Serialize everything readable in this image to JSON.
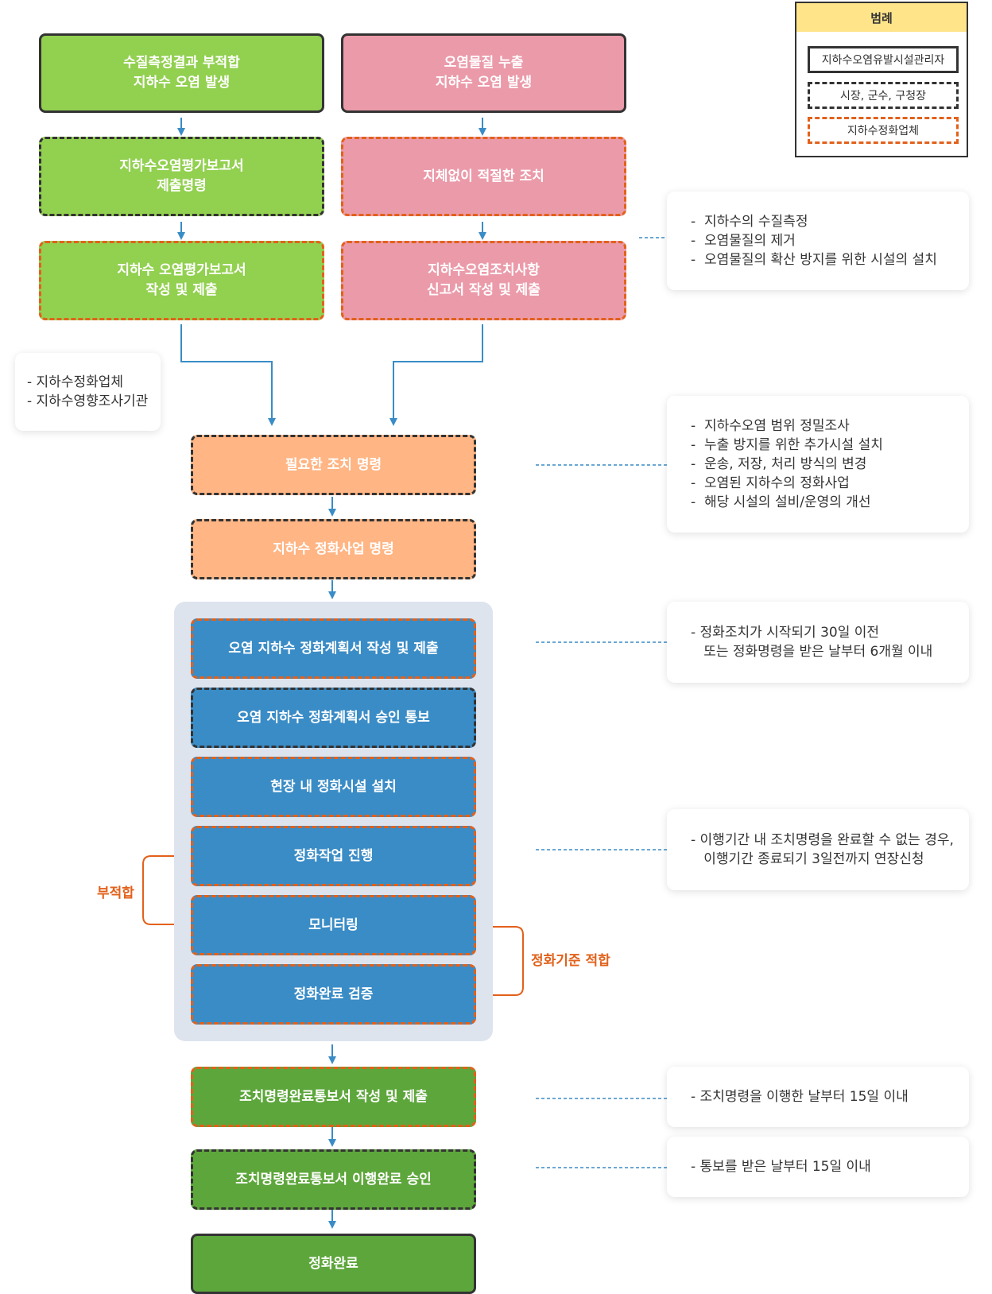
{
  "legend": {
    "title": "범례",
    "items": [
      "지하수오염유발시설관리자",
      "시장, 군수, 구청장",
      "지하수정화업체"
    ]
  },
  "boxes": {
    "b1": [
      "수질측정결과 부적합",
      "지하수 오염 발생"
    ],
    "b2": [
      "지하수오염평가보고서",
      "제출명령"
    ],
    "b3": [
      "지하수 오염평가보고서",
      "작성 및 제출"
    ],
    "p1": [
      "오염물질 누출",
      "지하수 오염 발생"
    ],
    "p2": [
      "지체없이 적절한 조치"
    ],
    "p3": [
      "지하수오염조치사항",
      "신고서 작성 및 제출"
    ],
    "o1": [
      "필요한 조치 명령"
    ],
    "o2": [
      "지하수 정화사업 명령"
    ],
    "u1": [
      "오염 지하수 정화계획서 작성 및 제출"
    ],
    "u2": [
      "오염 지하수 정화계획서 승인 통보"
    ],
    "u3": [
      "현장 내 정화시설 설치"
    ],
    "u4": [
      "정화작업 진행"
    ],
    "u5": [
      "모니터링"
    ],
    "u6": [
      "정화완료 검증"
    ],
    "g1": [
      "조치명령완료통보서 작성 및 제출"
    ],
    "g2": [
      "조치명령완료통보서 이행완료 승인"
    ],
    "g3": [
      "정화완료"
    ]
  },
  "notes": {
    "n1": [
      "-  지하수의 수질측정",
      "-  오염물질의 제거",
      "-  오염물질의 확산 방지를 위한 시설의 설치"
    ],
    "n2": [
      "- 지하수정화업체",
      "- 지하수영향조사기관"
    ],
    "n3": [
      "-  지하수오염 범위 정밀조사",
      "-  누출 방지를 위한 추가시설 설치",
      "-  운송, 저장, 처리 방식의 변경",
      "-  오염된 지하수의 정화사업",
      "-  해당 시설의 설비/운영의 개선"
    ],
    "n4": [
      "- 정화조치가 시작되기 30일 이전",
      "   또는 정화명령을 받은 날부터 6개월 이내"
    ],
    "n5": [
      "- 이행기간 내 조치명령을 완료할 수 없는 경우,",
      "   이행기간 종료되기 3일전까지 연장신청"
    ],
    "n6": [
      "- 조치명령을 이행한 날부터 15일 이내"
    ],
    "n7": [
      "- 통보를 받은 날부터 15일 이내"
    ]
  },
  "labels": {
    "fail": "부적합",
    "pass": "정화기준 적합"
  },
  "colors": {
    "green": "#92d050",
    "pink": "#eb9aa9",
    "peach": "#ffb584",
    "blue": "#3a8cc6",
    "dark_green": "#5da63b",
    "arrow": "#3a8cc6",
    "orange": "#e2611b",
    "legend_header": "#ffe48a"
  }
}
